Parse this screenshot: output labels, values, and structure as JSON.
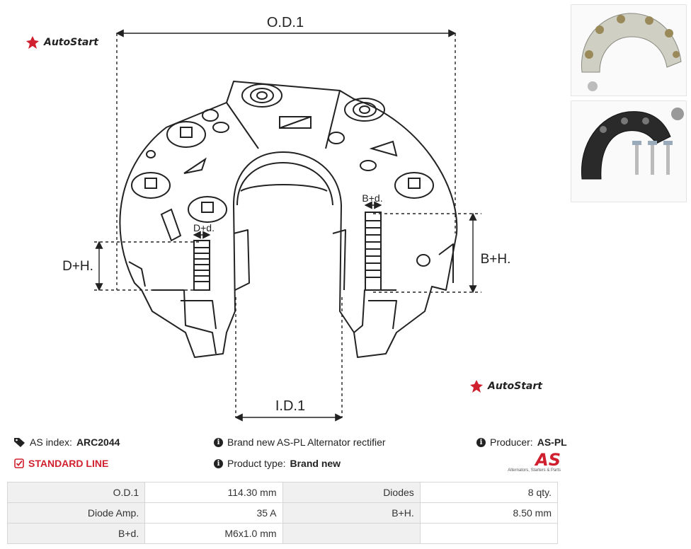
{
  "brand": {
    "name": "AutoStart"
  },
  "diagram": {
    "labels": {
      "od": "O.D.1",
      "id": "I.D.1",
      "dh": "D+H.",
      "bh": "B+H.",
      "dd": "D+d.",
      "bd": "B+d."
    }
  },
  "photos": [
    {
      "icon": "rectifier-photo-top"
    },
    {
      "icon": "rectifier-photo-bottom"
    }
  ],
  "info": {
    "as_index_label": "AS index:",
    "as_index_value": "ARC2044",
    "line_label": "STANDARD LINE",
    "description": "Brand new AS-PL Alternator rectifier",
    "product_type_label": "Product type:",
    "product_type_value": "Brand new",
    "producer_label": "Producer:",
    "producer_value": "AS-PL",
    "producer_logo_text": "AS",
    "producer_logo_tagline": "Alternators, Starters & Parts"
  },
  "colors": {
    "accent": "#d0202f",
    "line": "#222222"
  },
  "specs": [
    [
      {
        "k": "O.D.1",
        "v": "114.30 mm"
      },
      {
        "k": "Diodes",
        "v": "8 qty."
      }
    ],
    [
      {
        "k": "Diode Amp.",
        "v": "35 A"
      },
      {
        "k": "B+H.",
        "v": "8.50 mm"
      }
    ],
    [
      {
        "k": "B+d.",
        "v": "M6x1.0 mm"
      },
      {
        "k": "",
        "v": ""
      }
    ]
  ]
}
